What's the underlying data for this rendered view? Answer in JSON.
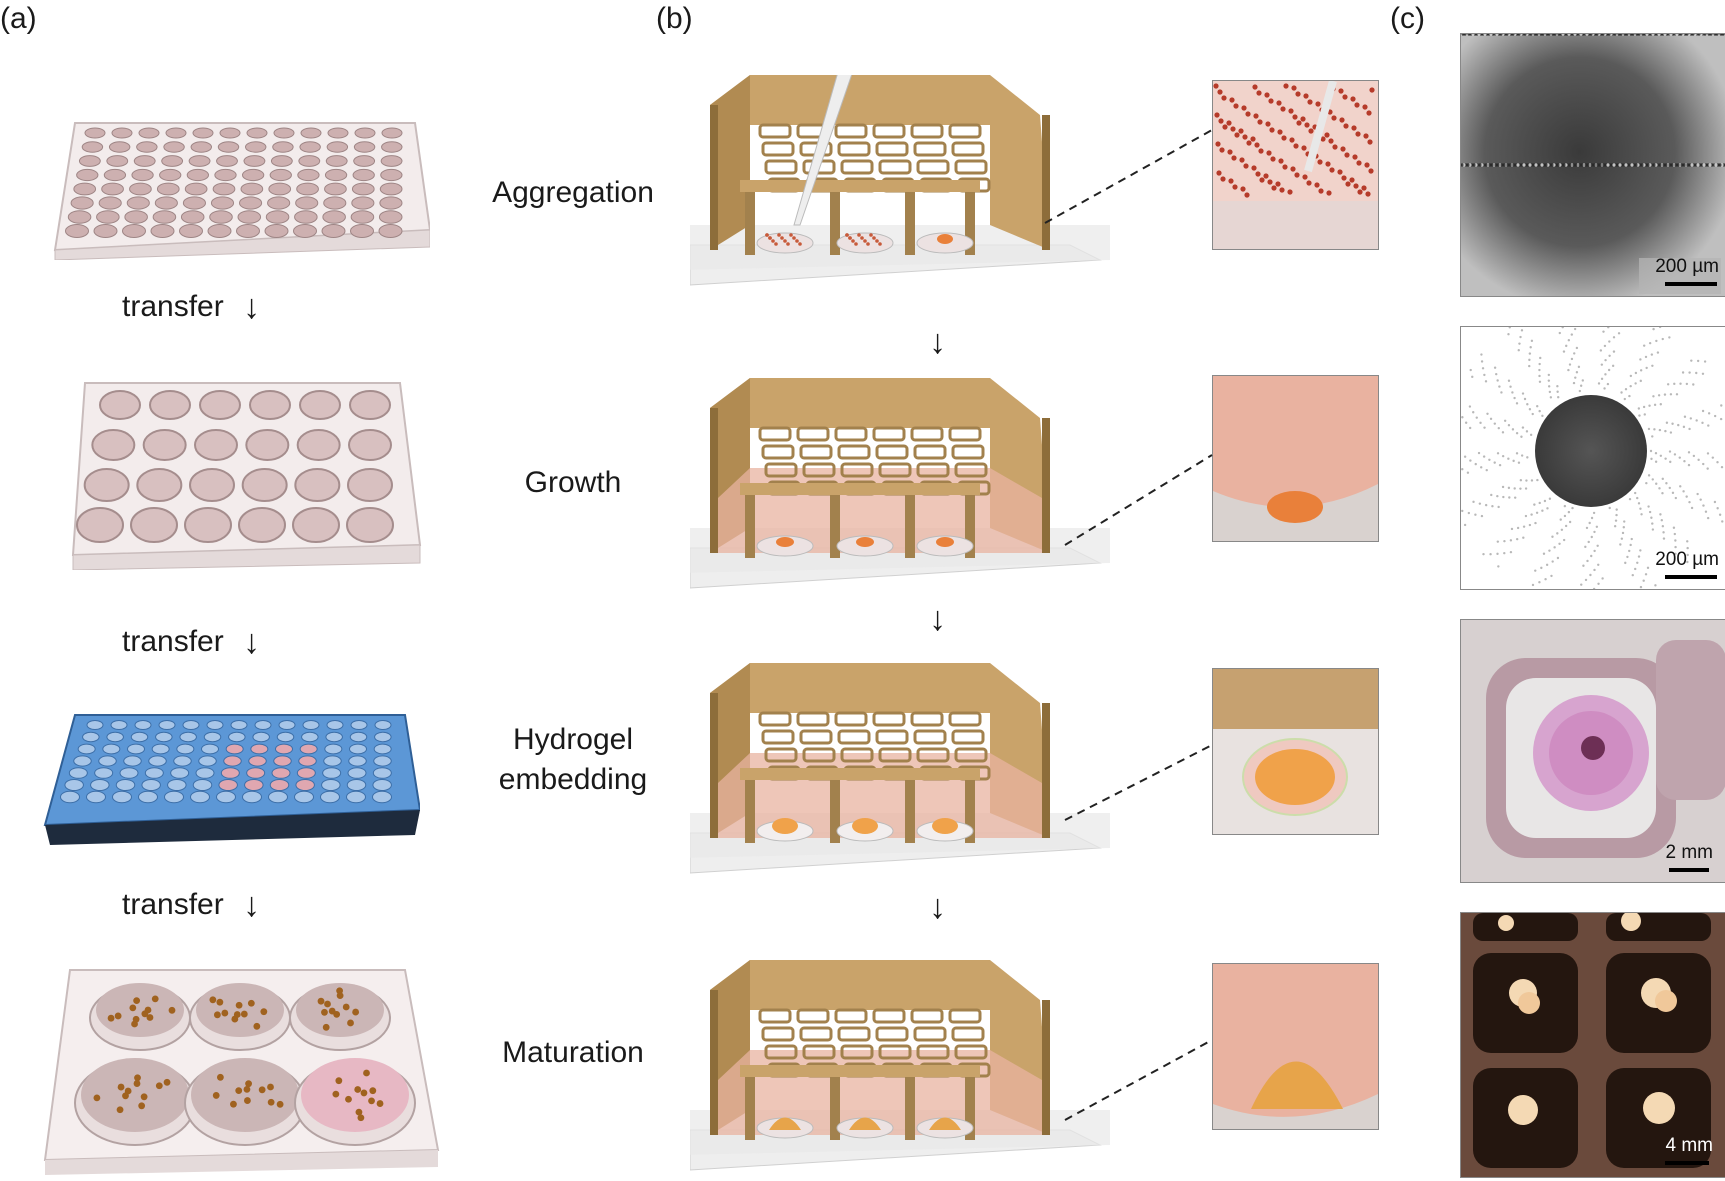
{
  "panels": {
    "a": "(a)",
    "b": "(b)",
    "c": "(c)"
  },
  "panel_a": {
    "transfer_labels": [
      "transfer",
      "transfer",
      "transfer"
    ],
    "arrow_glyph": "↓"
  },
  "panel_b": {
    "steps": [
      {
        "label": "Aggregation"
      },
      {
        "label": "Growth"
      },
      {
        "label": "Hydrogel\nembedding"
      },
      {
        "label": "Maturation"
      }
    ],
    "arrow_glyph": "↓"
  },
  "panel_c": {
    "scale_bars": [
      "200 µm",
      "200 µm",
      "2 mm",
      "4 mm"
    ]
  },
  "colors": {
    "gold": "#c9a36a",
    "gold_dark": "#8d6d3a",
    "medium_pink": "#e8b3a0",
    "spheroid_orange": "#e98a3a",
    "plate_blue": "#4d8bd0"
  }
}
